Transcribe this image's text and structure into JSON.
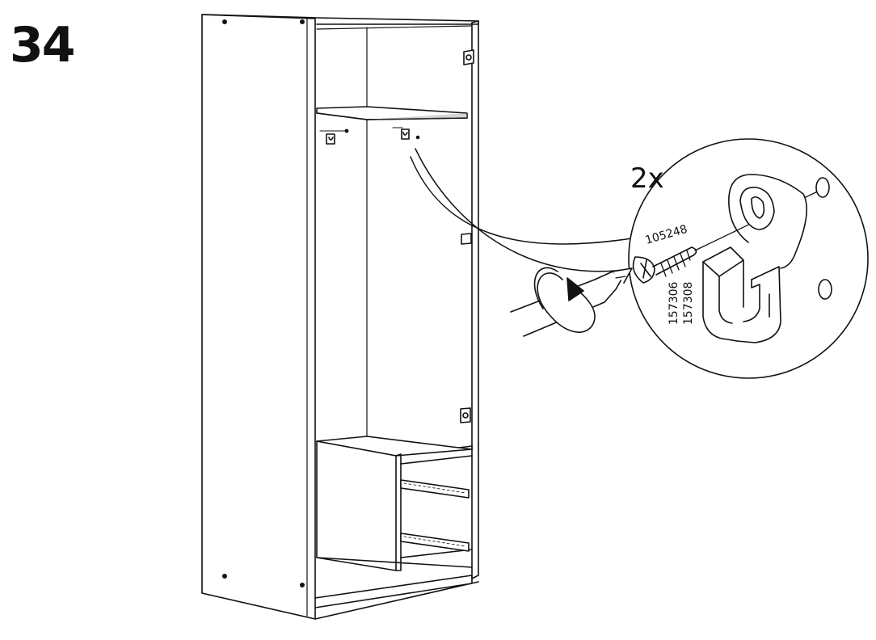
{
  "step": {
    "number": "34"
  },
  "detail": {
    "quantity": "2x",
    "screw_part_number": "105248",
    "rail_holder_part_numbers": [
      "157306",
      "157308"
    ]
  },
  "colors": {
    "line": "#111111",
    "background": "#ffffff",
    "shelf_shadow": "#8a8a8a"
  },
  "icons": [
    "screwdriver-icon",
    "rotation-arrow-icon",
    "screw-icon",
    "rail-holder-icon"
  ]
}
